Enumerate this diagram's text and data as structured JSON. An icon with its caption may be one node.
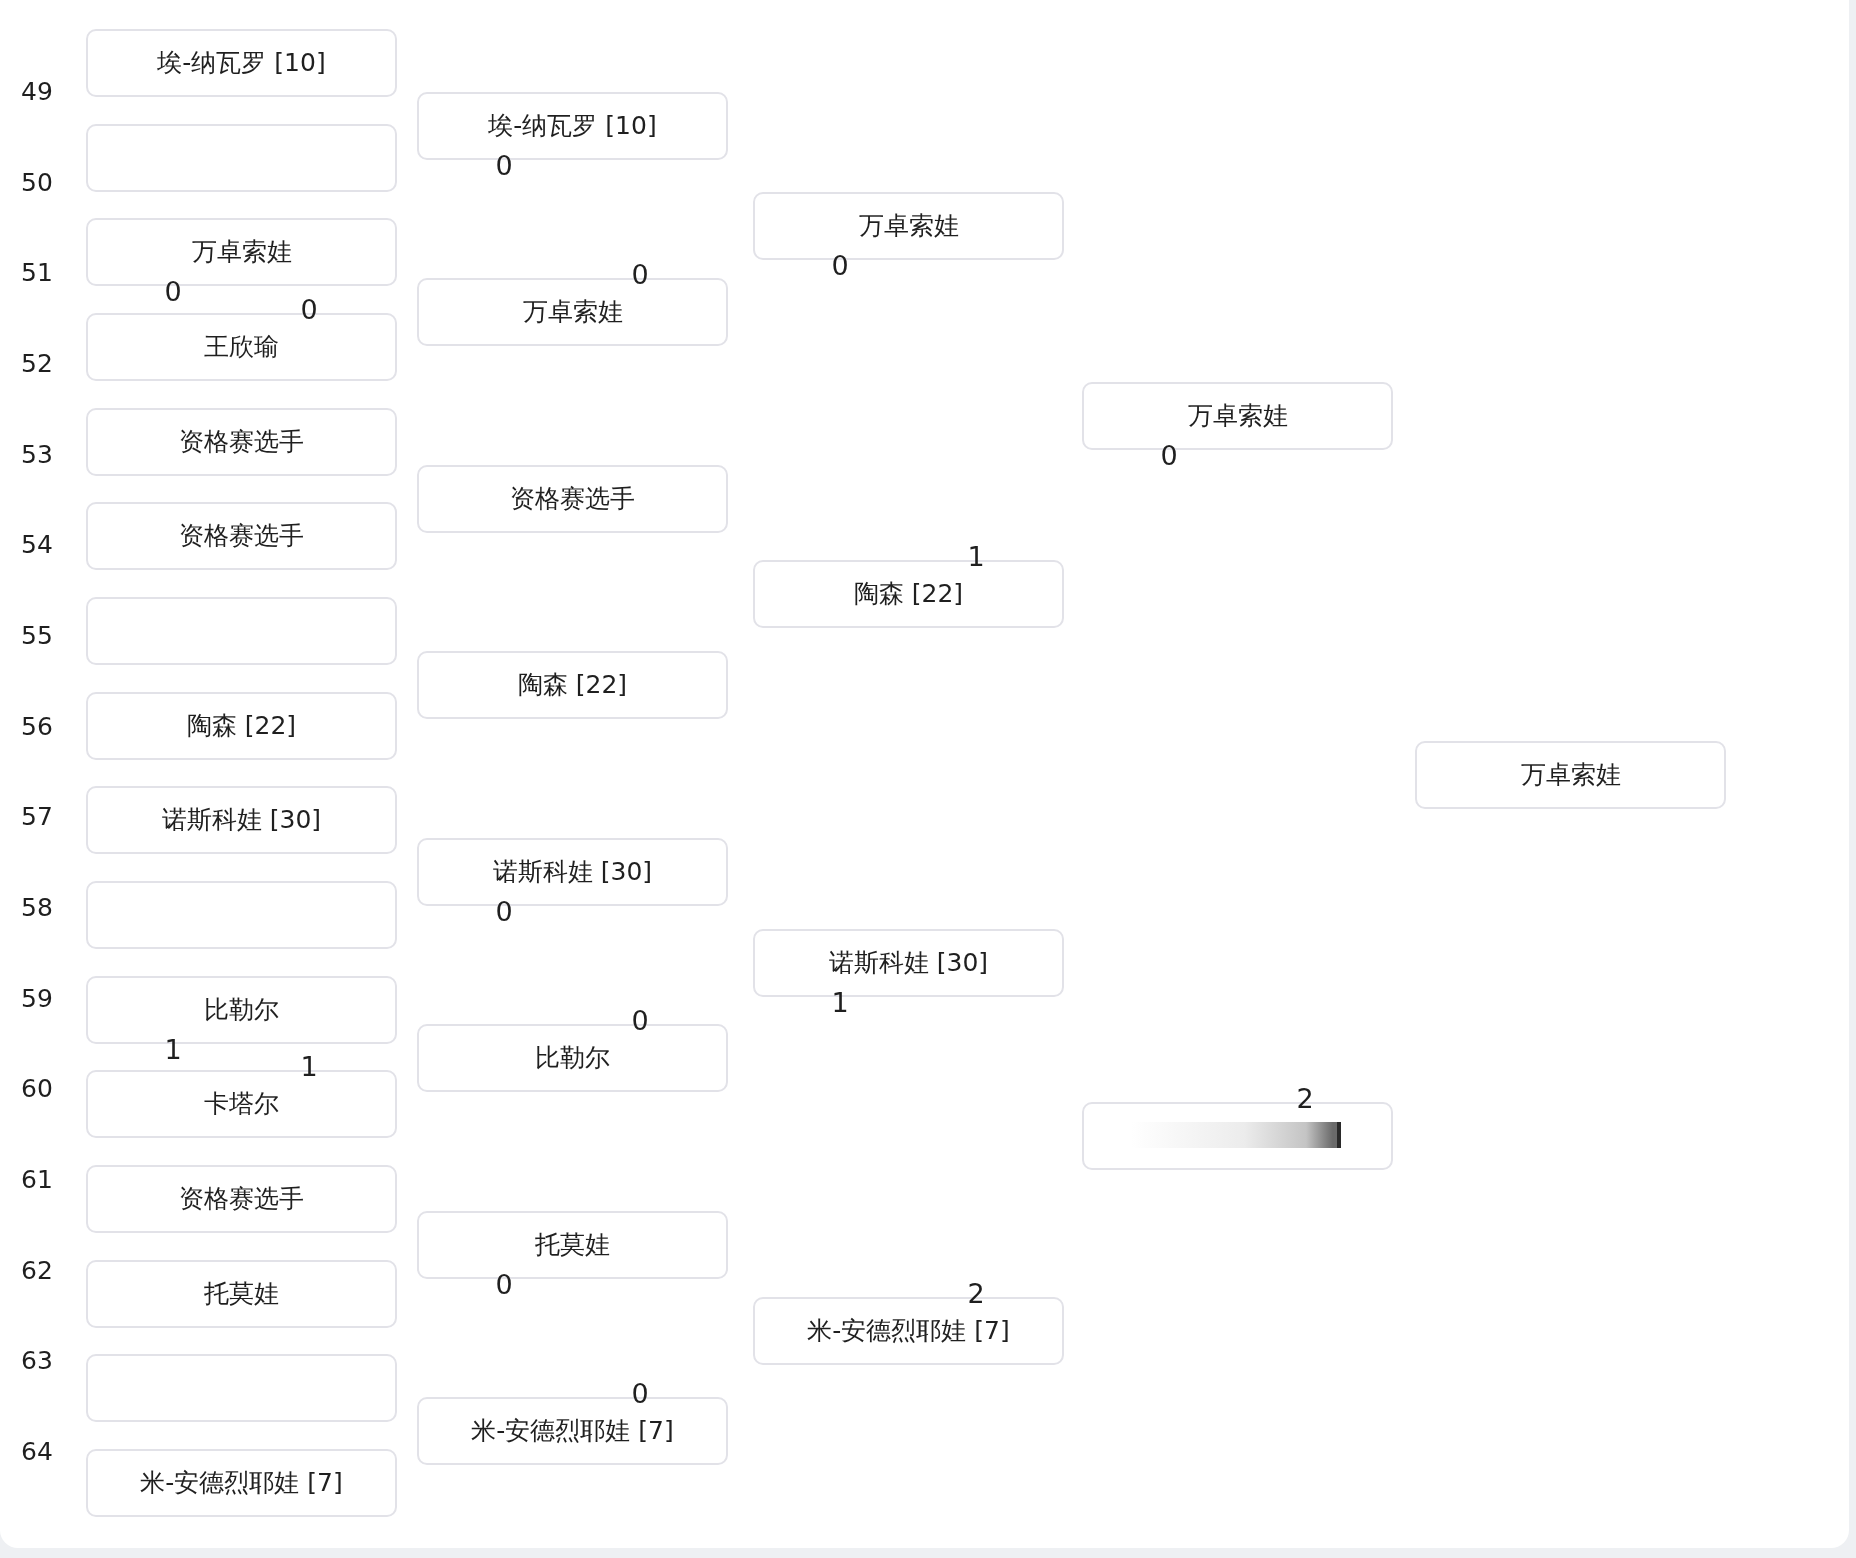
{
  "diagram": {
    "nodes": [
      {
        "text": [
          "埃-纳瓦罗 [10]"
        ]
      },
      {
        "text": [],
        "shape": "box"
      },
      {
        "text": [
          "万卓索娃"
        ],
        "beside": [
          "0"
        ]
      },
      {
        "text": [
          "王欣瑜"
        ],
        "beside": [
          "0"
        ]
      },
      {
        "text": [
          "资格赛选手"
        ]
      },
      {
        "text": [
          "资格赛选手"
        ]
      },
      {
        "text": [],
        "shape": "box"
      },
      {
        "text": [
          "陶森 [22]"
        ]
      },
      {
        "text": [
          "诺斯科娃 [30]"
        ]
      },
      {
        "text": [],
        "shape": "box"
      },
      {
        "text": [
          "比勒尔"
        ],
        "beside": [
          "1"
        ]
      },
      {
        "text": [
          "卡塔尔"
        ],
        "beside": [
          "1"
        ]
      },
      {
        "text": [
          "资格赛选手"
        ]
      },
      {
        "text": [
          "托莫娃"
        ]
      },
      {
        "text": [],
        "shape": "box"
      },
      {
        "text": [
          "米-安德烈耶娃 [7]"
        ]
      },
      {
        "text": [
          "埃-纳瓦罗 [10]"
        ],
        "beside": [
          "0"
        ]
      },
      {
        "text": [
          "万卓索娃"
        ],
        "beside": [
          "0"
        ]
      },
      {
        "text": [
          "资格赛选手"
        ]
      },
      {
        "text": [
          "陶森 [22]"
        ]
      },
      {
        "text": [
          "诺斯科娃 [30]"
        ],
        "beside": [
          "0"
        ]
      },
      {
        "text": [
          "比勒尔"
        ],
        "beside": [
          "0"
        ]
      },
      {
        "text": [
          "托莫娃"
        ],
        "beside": [
          "0"
        ]
      },
      {
        "text": [
          "米-安德烈耶娃 [7]"
        ],
        "beside": [
          "0"
        ]
      },
      {
        "text": [
          "万卓索娃"
        ],
        "beside": [
          "0"
        ]
      },
      {
        "text": [
          "陶森 [22]"
        ],
        "beside": [
          "1"
        ]
      },
      {
        "text": [
          "诺斯科娃 [30]"
        ],
        "beside": [
          "1"
        ]
      },
      {
        "text": [
          "米-安德烈耶娃 [7]"
        ],
        "beside": [
          "2"
        ]
      },
      {
        "text": [
          "万卓索娃"
        ],
        "beside": [
          "0"
        ]
      },
      {
        "text": [],
        "shape": "box",
        "beside": [
          "2"
        ]
      },
      {
        "text": [
          "万卓索娃"
        ]
      }
    ],
    "labels": [
      "49",
      "50",
      "51",
      "52",
      "53",
      "54",
      "55",
      "56",
      "57",
      "58",
      "59",
      "60",
      "61",
      "62",
      "63",
      "64"
    ]
  }
}
